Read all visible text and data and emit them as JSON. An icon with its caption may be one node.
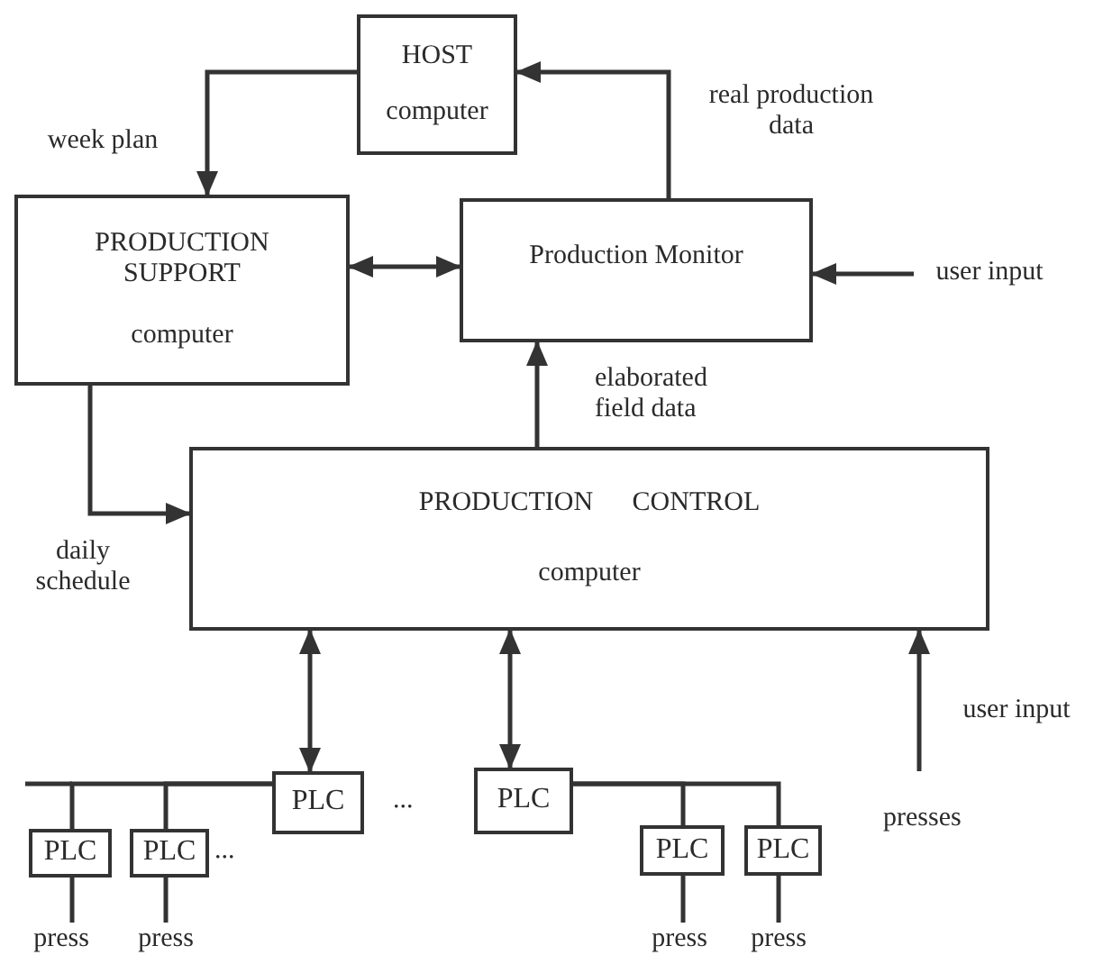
{
  "diagram": {
    "nodes": [
      {
        "text": [
          "HOST",
          "computer"
        ]
      },
      {
        "text": [
          "PRODUCTION SUPPORT",
          "computer"
        ]
      },
      {
        "text": [
          "Production Monitor"
        ]
      },
      {
        "text": [
          "PRODUCTION CONTROL",
          "computer"
        ]
      },
      {
        "text": [
          "PLC"
        ]
      },
      {
        "text": [
          "PLC"
        ]
      },
      {
        "text": [
          "PLC"
        ]
      },
      {
        "text": [
          "PLC"
        ]
      },
      {
        "text": [
          "PLC"
        ]
      },
      {
        "text": [
          "PLC"
        ]
      },
      {
        "text": [
          "press"
        ]
      },
      {
        "text": [
          "press"
        ]
      },
      {
        "text": [
          "press"
        ]
      },
      {
        "text": [
          "press"
        ]
      },
      {
        "text": [
          "user input"
        ]
      }
    ],
    "edges": [
      {
        "from": 0,
        "to": 1,
        "arrow": "to",
        "label": "week plan"
      },
      {
        "from": 2,
        "to": 0,
        "arrow": "to",
        "label": "real production data"
      },
      {
        "from": 1,
        "to": 2,
        "arrow": "both"
      },
      {
        "from": 3,
        "to": 2,
        "arrow": "to",
        "label": "elaborated field data"
      },
      {
        "from": 1,
        "to": 3,
        "arrow": "to",
        "label": "daily schedule"
      },
      {
        "from": 14,
        "to": 2,
        "arrow": "to"
      },
      {
        "from": null,
        "to": 3,
        "arrow": "to",
        "label": "user input"
      },
      {
        "from": 3,
        "to": 4,
        "arrow": "both"
      },
      {
        "from": 3,
        "to": 5,
        "arrow": "both"
      },
      {
        "from": 4,
        "to": 6,
        "arrow": "none"
      },
      {
        "from": 4,
        "to": 7,
        "arrow": "none"
      },
      {
        "from": 5,
        "to": 8,
        "arrow": "none"
      },
      {
        "from": 5,
        "to": 9,
        "arrow": "none"
      },
      {
        "from": 6,
        "to": 10,
        "arrow": "none"
      },
      {
        "from": 7,
        "to": 11,
        "arrow": "none"
      },
      {
        "from": 8,
        "to": 12,
        "arrow": "none"
      },
      {
        "from": 9,
        "to": 13,
        "arrow": "none"
      }
    ],
    "labels": [
      "...",
      "presses",
      "..."
    ]
  }
}
